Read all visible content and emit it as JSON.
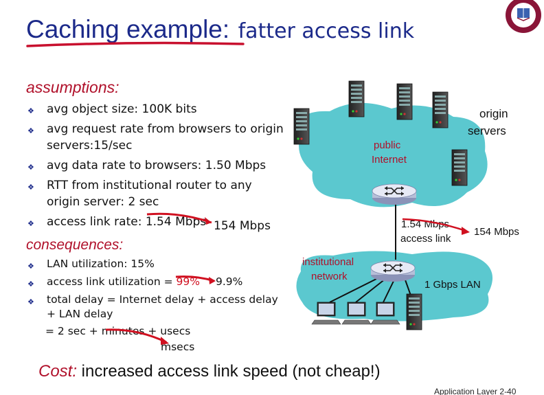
{
  "slide": {
    "title_main": "Caching example:",
    "title_sub": "fatter access link",
    "assumptions_heading": "assumptions:",
    "assumptions": [
      "avg object size: 100K bits",
      "avg request rate from browsers to origin servers:15/sec",
      "avg data rate to browsers: 1.50 Mbps",
      "RTT from institutional router to any origin server: 2 sec",
      "access link rate: "
    ],
    "access_rate_old": "1.54 Mbps",
    "access_rate_new": "154 Mbps",
    "consequences_heading": "consequences:",
    "consequences": [
      "LAN utilization: 15%",
      "access link utilization = ",
      "total delay  = Internet delay + access delay + LAN delay"
    ],
    "utilization_old": "99%",
    "utilization_new": "9.9%",
    "delay_prefix": "=  2 sec + ",
    "delay_old": "minutes",
    "delay_suffix": " + usecs",
    "delay_new": "msecs",
    "cost_label": "Cost:",
    "cost_text": " increased access link speed (not cheap!)",
    "footer": "Application Layer 2-40"
  },
  "diagram": {
    "origin_servers_line1": "origin",
    "origin_servers_line2": "servers",
    "public_internet_line1": "public",
    "public_internet_line2": "Internet",
    "access_old": "1.54 Mbps",
    "access_label": "access link",
    "access_new": "154 Mbps",
    "institutional_line1": "institutional",
    "institutional_line2": "network",
    "lan_label": "1 Gbps LAN"
  },
  "colors": {
    "title": "#1c2a8a",
    "accent_red": "#b0102a",
    "cloud": "#5bc8cf",
    "strike": "#d01020"
  }
}
